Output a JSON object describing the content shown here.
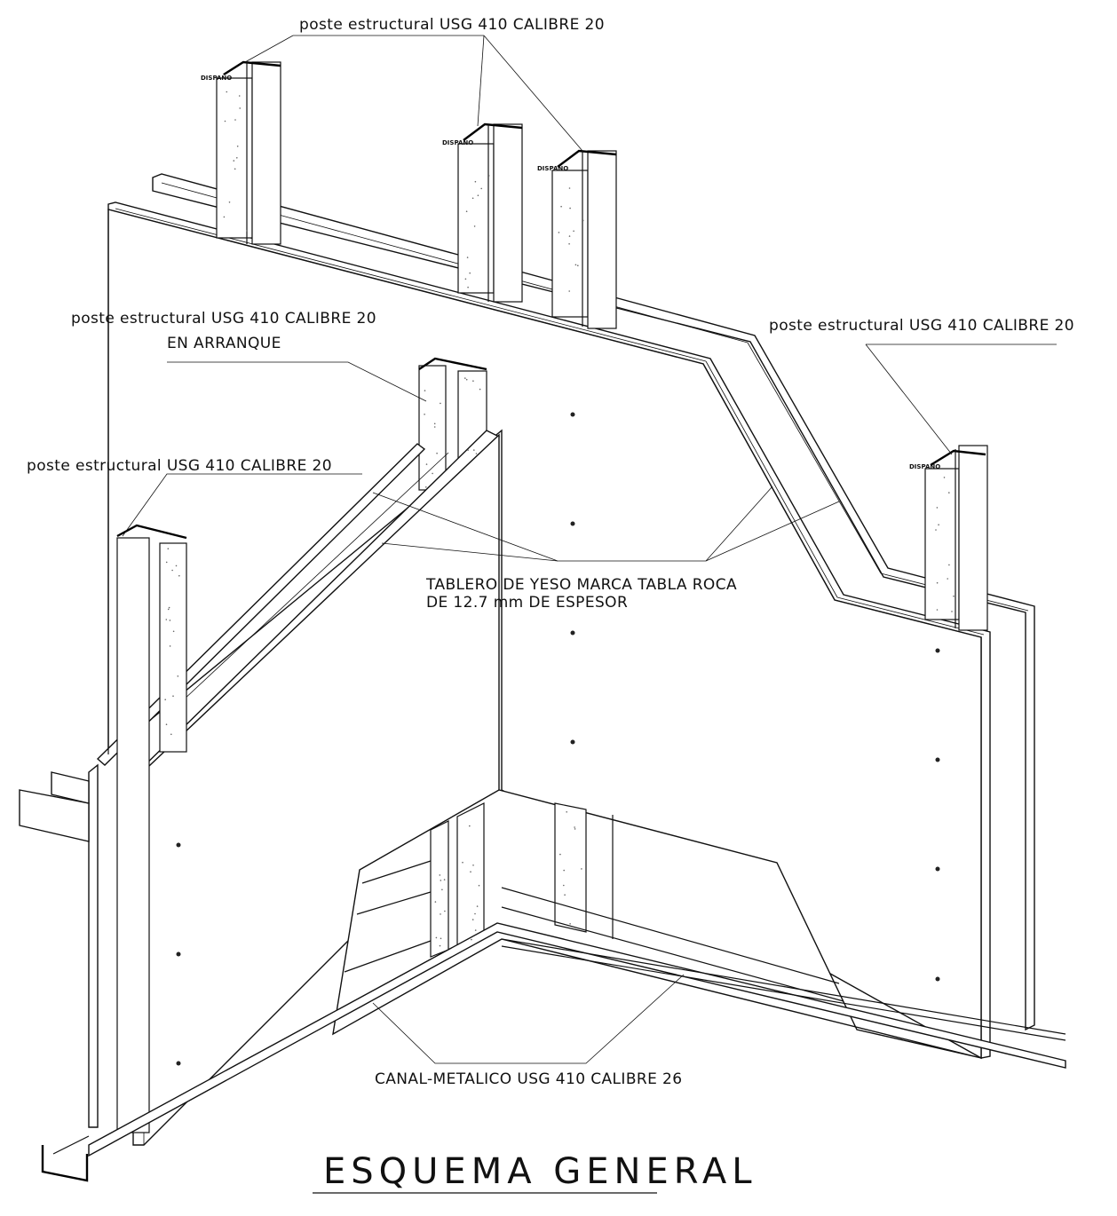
{
  "labels": {
    "stud_top": "poste estructural USG 410 CALIBRE 20",
    "stud_start_line1": "poste estructural USG 410 CALIBRE 20",
    "stud_start_line2": "EN ARRANQUE",
    "stud_left": "poste estructural USG 410 CALIBRE 20",
    "stud_right": "poste estructural USG 410 CALIBRE 20",
    "board_line1": "TABLERO DE YESO MARCA TABLA ROCA",
    "board_line2": "DE 12.7 mm DE ESPESOR",
    "channel": "CANAL-METALICO USG 410 CALIBRE 26",
    "stud_tag": "DISPAÑO"
  },
  "title": "ESQUEMA GENERAL"
}
